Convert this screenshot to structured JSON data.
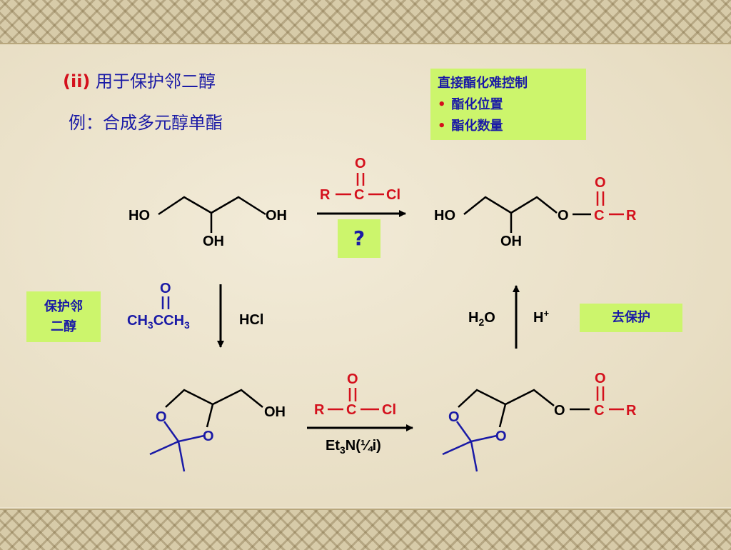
{
  "heading": {
    "tag": "(ii)",
    "text": "用于保护邻二醇"
  },
  "example": "例：合成多元醇单酯",
  "note": {
    "title": "直接酯化难控制",
    "bullets": [
      "酯化位置",
      "酯化数量"
    ]
  },
  "labels": {
    "protect": [
      "保护邻",
      "二醇"
    ],
    "deprotect": "去保护",
    "question": "?"
  },
  "atoms": {
    "ho": "HO",
    "oh": "OH",
    "o": "O",
    "c": "C",
    "r": "R",
    "cl": "Cl"
  },
  "reagents": {
    "hcl": "HCl",
    "acetone": [
      "CH",
      "3",
      "CCH",
      "3"
    ],
    "water": [
      "H",
      "2",
      "O"
    ],
    "acid": [
      "H",
      "+"
    ],
    "base": [
      "Et",
      "3",
      "N(¼i)"
    ]
  },
  "colors": {
    "blue": "#1a1aa6",
    "red": "#d4101c",
    "green_box": "#ccf56c",
    "black": "#000000"
  }
}
